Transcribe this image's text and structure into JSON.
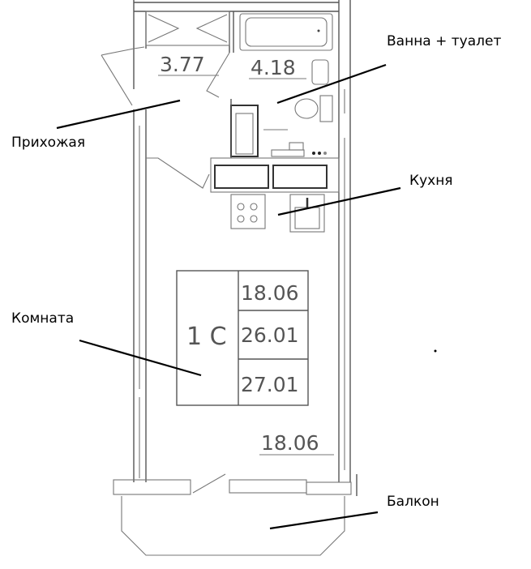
{
  "labels": {
    "hallway": "Прихожая",
    "bathroom": "Ванна + туалет",
    "kitchen": "Кухня",
    "room": "Комната",
    "balcony": "Балкон"
  },
  "areas": {
    "hallway": "3.77",
    "bathroom": "4.18",
    "room": "18.06"
  },
  "legend": {
    "type": "1 С",
    "rows": [
      "18.06",
      "26.01",
      "27.01"
    ]
  }
}
